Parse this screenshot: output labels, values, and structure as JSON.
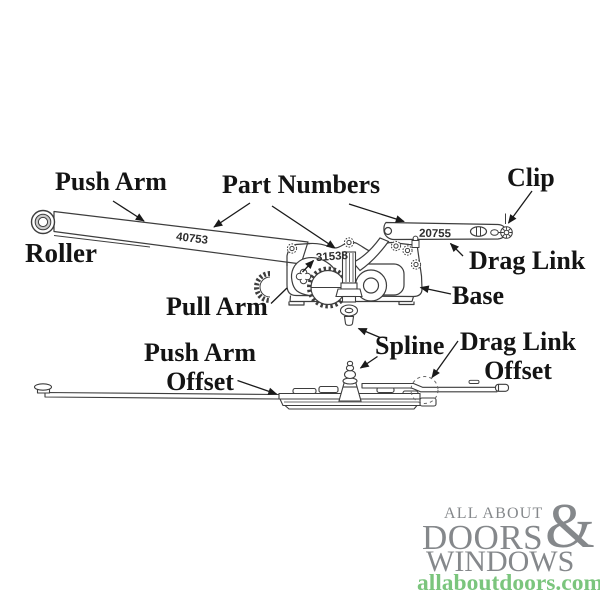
{
  "diagram": {
    "labels": {
      "push_arm": "Push Arm",
      "part_numbers": "Part Numbers",
      "clip": "Clip",
      "roller": "Roller",
      "drag_link": "Drag Link",
      "base": "Base",
      "pull_arm": "Pull Arm",
      "spline": "Spline",
      "push_arm_offset": {
        "line1": "Push Arm",
        "line2": "Offset"
      },
      "drag_link_offset": {
        "line1": "Drag Link",
        "line2": "Offset"
      }
    },
    "part_numbers": {
      "push_arm": "40753",
      "pull_arm": "31538",
      "drag_link": "20755"
    }
  },
  "logo": {
    "tagline": "ALL ABOUT",
    "word1": "DOORS",
    "ampersand": "&",
    "word2": "WINDOWS",
    "website": "allaboutdoors.com",
    "gray": "#85888b",
    "green": "#7bc57d"
  },
  "colors": {
    "background": "#ffffff",
    "line_art": "#3d3d3d",
    "label_text": "#141414"
  }
}
